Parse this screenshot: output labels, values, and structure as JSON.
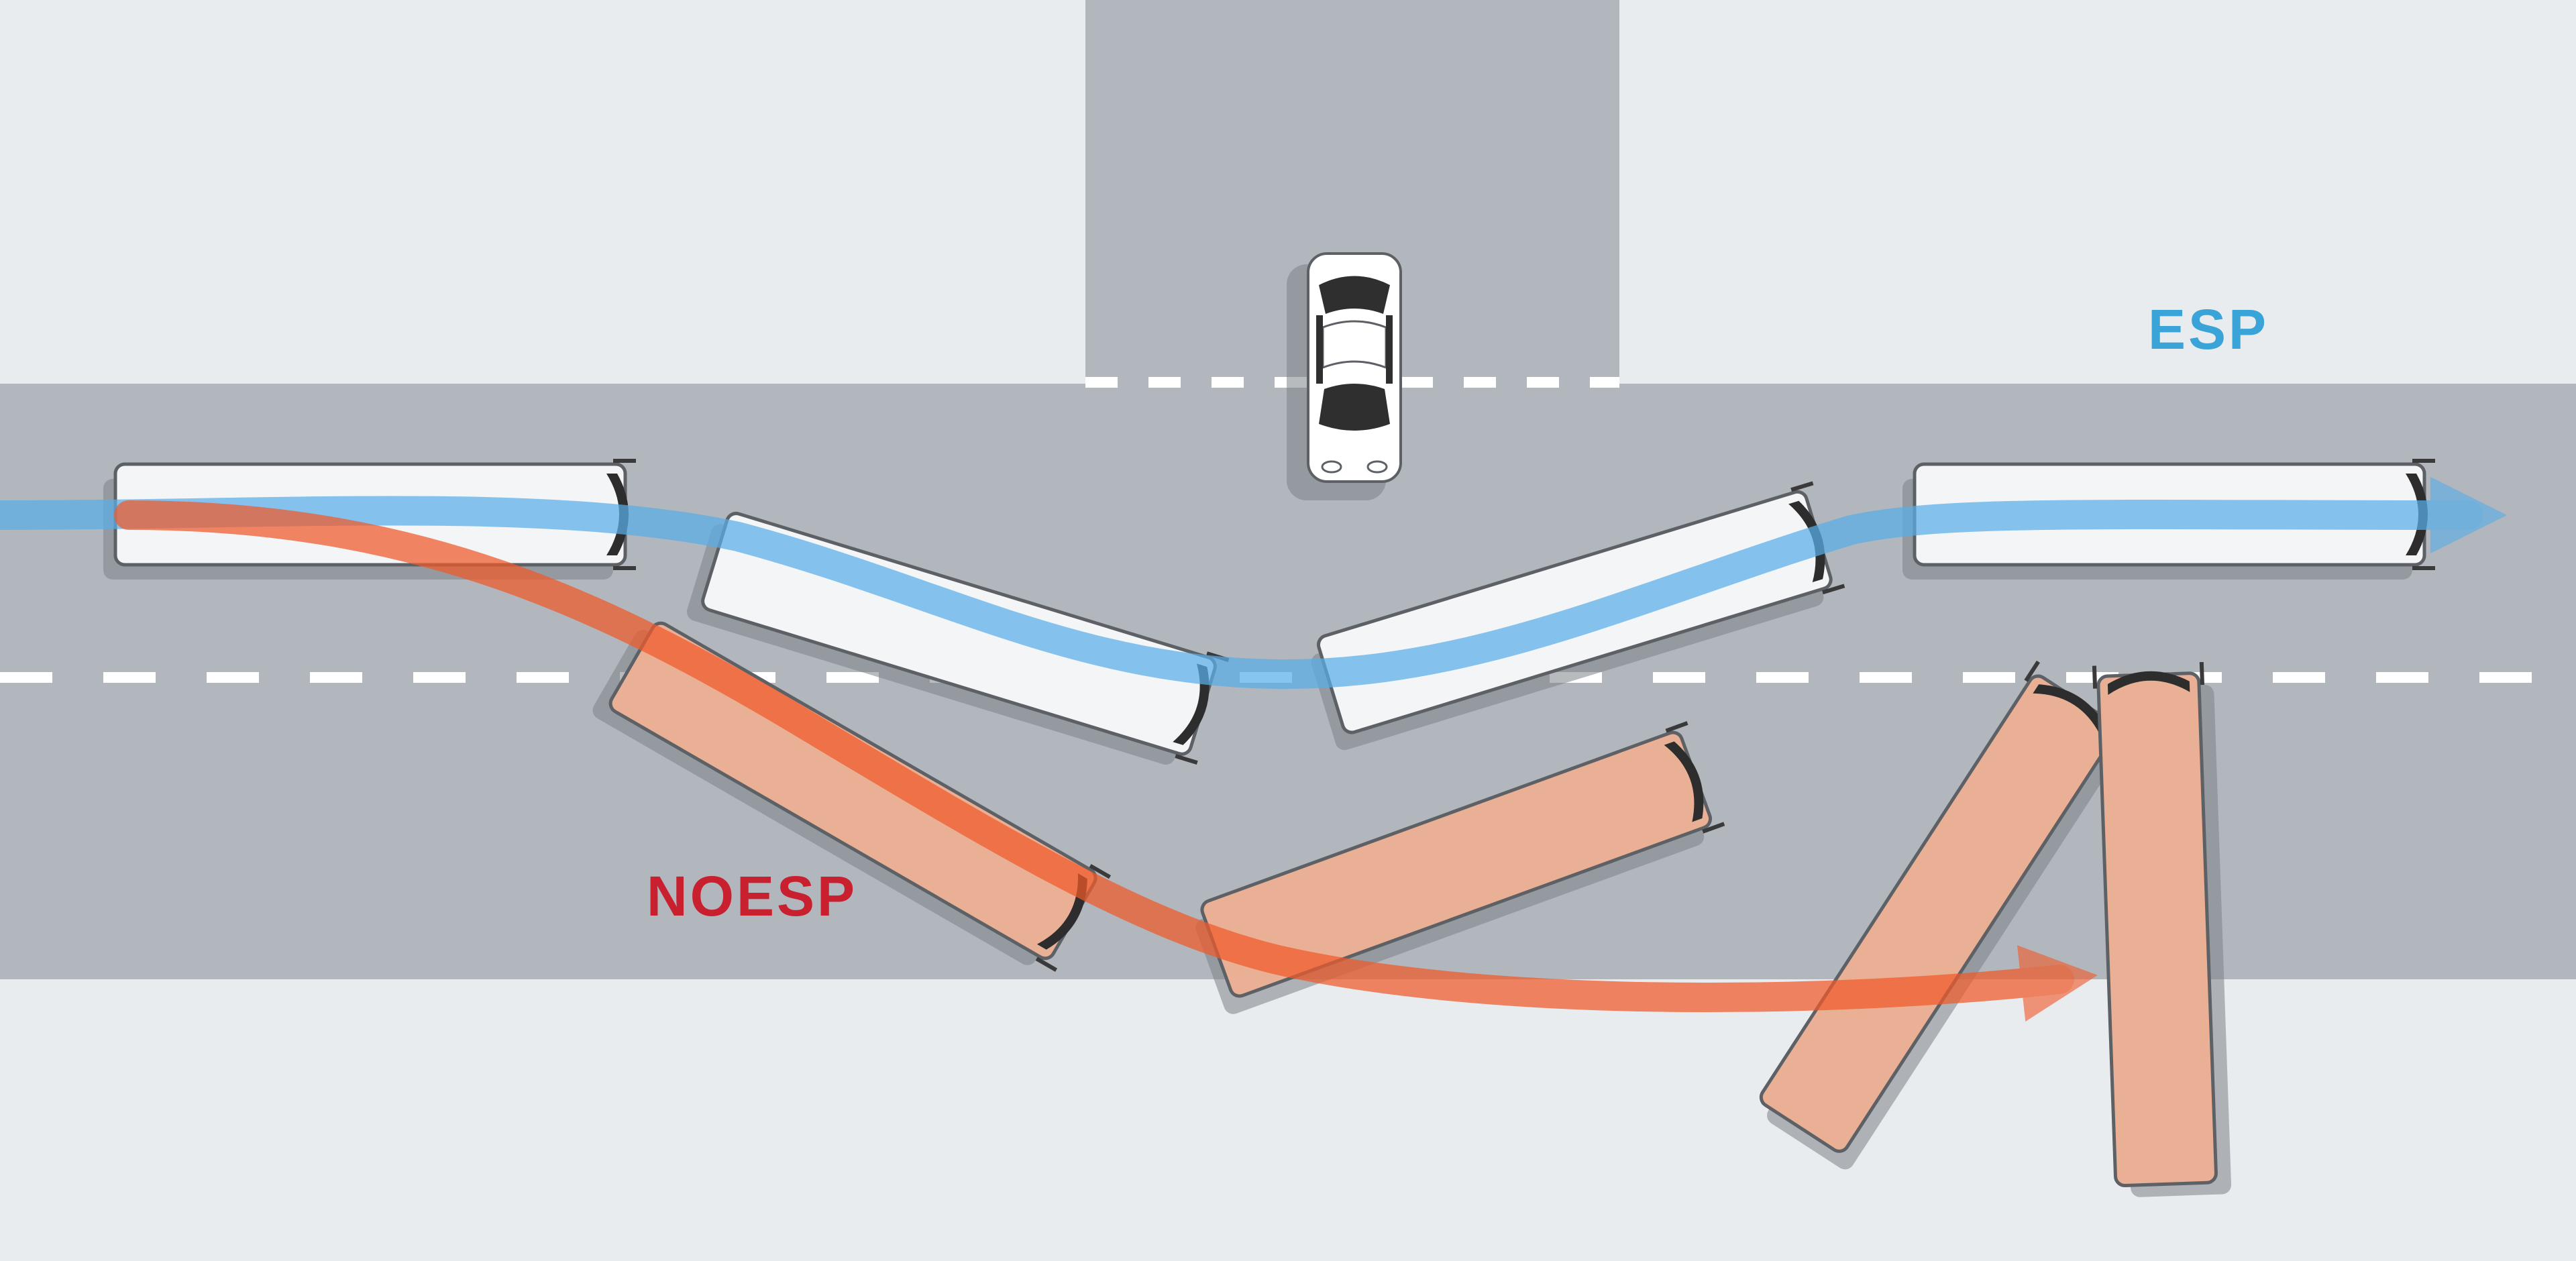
{
  "labels": {
    "esp": "ESP",
    "no_esp": "NOESP"
  },
  "colors": {
    "background": "#e9ecef",
    "road": "#b2b6bd",
    "lane_marking": "#ffffff",
    "esp_path": "#5aaee8",
    "no_esp_path": "#f05a2a",
    "esp_label": "#3aa3d8",
    "no_esp_label": "#c8202f",
    "bus_esp_body": "#f3f5f7",
    "bus_no_esp_body": "#e9b095",
    "car_body": "#ffffff",
    "window": "#2f2f2f"
  },
  "vehicles": {
    "esp_bus_count": 4,
    "no_esp_bus_count": 4,
    "car_count": 1
  }
}
